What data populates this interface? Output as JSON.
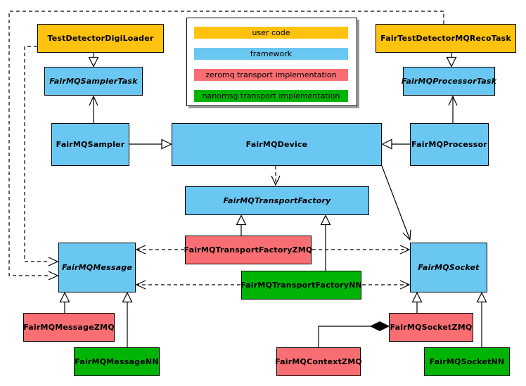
{
  "colors": {
    "user_code": "#FFC20E",
    "framework": "#6AC7F1",
    "zeromq": "#F96E72",
    "nanomsg": "#00B405",
    "edge": "#000000",
    "background": "#FFFFFF",
    "legend_shadow": "#9B9B9B"
  },
  "legend": {
    "items": [
      {
        "label": "user code",
        "color_key": "user_code"
      },
      {
        "label": "framework",
        "color_key": "framework"
      },
      {
        "label": "zeromq transport implementation",
        "color_key": "zeromq"
      },
      {
        "label": "nanomsg transport implementation",
        "color_key": "nanomsg"
      }
    ]
  },
  "nodes": {
    "test_detector_digi_loader": {
      "label": "TestDetectorDigiLoader",
      "category": "user_code",
      "abstract": false
    },
    "fairmq_sampler_task": {
      "label": "FairMQSamplerTask",
      "category": "framework",
      "abstract": true
    },
    "fairmq_sampler": {
      "label": "FairMQSampler",
      "category": "framework",
      "abstract": false
    },
    "fairmq_device": {
      "label": "FairMQDevice",
      "category": "framework",
      "abstract": false
    },
    "fair_test_detector_mq_reco_task": {
      "label": "FairTestDetectorMQRecoTask",
      "category": "user_code",
      "abstract": false
    },
    "fairmq_processor_task": {
      "label": "FairMQProcessorTask",
      "category": "framework",
      "abstract": true
    },
    "fairmq_processor": {
      "label": "FairMQProcessor",
      "category": "framework",
      "abstract": false
    },
    "fairmq_transport_factory": {
      "label": "FairMQTransportFactory",
      "category": "framework",
      "abstract": true
    },
    "fairmq_transport_factory_zmq": {
      "label": "FairMQTransportFactoryZMQ",
      "category": "zeromq",
      "abstract": false
    },
    "fairmq_transport_factory_nn": {
      "label": "FairMQTransportFactoryNN",
      "category": "nanomsg",
      "abstract": false
    },
    "fairmq_message": {
      "label": "FairMQMessage",
      "category": "framework",
      "abstract": true
    },
    "fairmq_message_zmq": {
      "label": "FairMQMessageZMQ",
      "category": "zeromq",
      "abstract": false
    },
    "fairmq_message_nn": {
      "label": "FairMQMessageNN",
      "category": "nanomsg",
      "abstract": false
    },
    "fairmq_socket": {
      "label": "FairMQSocket",
      "category": "framework",
      "abstract": true
    },
    "fairmq_socket_zmq": {
      "label": "FairMQSocketZMQ",
      "category": "zeromq",
      "abstract": false
    },
    "fairmq_context_zmq": {
      "label": "FairMQContextZMQ",
      "category": "zeromq",
      "abstract": false
    },
    "fairmq_socket_nn": {
      "label": "FairMQSocketNN",
      "category": "nanomsg",
      "abstract": false
    }
  },
  "relations": [
    {
      "from": "TestDetectorDigiLoader",
      "to": "FairMQSamplerTask",
      "type": "inheritance",
      "line": "solid-hollow-triangle"
    },
    {
      "from": "FairTestDetectorMQRecoTask",
      "to": "FairMQProcessorTask",
      "type": "inheritance",
      "line": "solid-hollow-triangle"
    },
    {
      "from": "FairMQSampler",
      "to": "FairMQDevice",
      "type": "inheritance",
      "line": "solid-hollow-triangle"
    },
    {
      "from": "FairMQProcessor",
      "to": "FairMQDevice",
      "type": "inheritance",
      "line": "solid-hollow-triangle"
    },
    {
      "from": "FairMQSampler",
      "to": "FairMQSamplerTask",
      "type": "association",
      "line": "solid-open-arrow"
    },
    {
      "from": "FairMQProcessor",
      "to": "FairMQProcessorTask",
      "type": "association",
      "line": "solid-open-arrow"
    },
    {
      "from": "FairMQDevice",
      "to": "FairMQTransportFactory",
      "type": "dependency",
      "line": "dashed-open-arrow"
    },
    {
      "from": "FairMQDevice",
      "to": "FairMQSocket",
      "type": "association",
      "line": "solid-open-arrow"
    },
    {
      "from": "FairMQTransportFactoryZMQ",
      "to": "FairMQTransportFactory",
      "type": "inheritance",
      "line": "solid-hollow-triangle"
    },
    {
      "from": "FairMQTransportFactoryNN",
      "to": "FairMQTransportFactory",
      "type": "inheritance",
      "line": "solid-hollow-triangle"
    },
    {
      "from": "FairMQTransportFactoryZMQ",
      "to": "FairMQMessage",
      "type": "dependency",
      "line": "dashed-open-arrow"
    },
    {
      "from": "FairMQTransportFactoryZMQ",
      "to": "FairMQSocket",
      "type": "dependency",
      "line": "dashed-open-arrow"
    },
    {
      "from": "FairMQTransportFactoryNN",
      "to": "FairMQMessage",
      "type": "dependency",
      "line": "dashed-open-arrow"
    },
    {
      "from": "FairMQTransportFactoryNN",
      "to": "FairMQSocket",
      "type": "dependency",
      "line": "dashed-open-arrow"
    },
    {
      "from": "FairMQMessageZMQ",
      "to": "FairMQMessage",
      "type": "inheritance",
      "line": "solid-hollow-triangle"
    },
    {
      "from": "FairMQMessageNN",
      "to": "FairMQMessage",
      "type": "inheritance",
      "line": "solid-hollow-triangle"
    },
    {
      "from": "FairMQSocketZMQ",
      "to": "FairMQSocket",
      "type": "inheritance",
      "line": "solid-hollow-triangle"
    },
    {
      "from": "FairMQSocketNN",
      "to": "FairMQSocket",
      "type": "inheritance",
      "line": "solid-hollow-triangle"
    },
    {
      "from": "FairMQContextZMQ",
      "to": "FairMQSocketZMQ",
      "type": "composition",
      "line": "solid-filled-diamond"
    },
    {
      "from": "TestDetectorDigiLoader",
      "to": "FairMQMessage",
      "type": "dependency",
      "line": "dashed-open-arrow"
    },
    {
      "from": "FairTestDetectorMQRecoTask",
      "to": "FairMQMessage",
      "type": "dependency",
      "line": "dashed-open-arrow"
    }
  ]
}
